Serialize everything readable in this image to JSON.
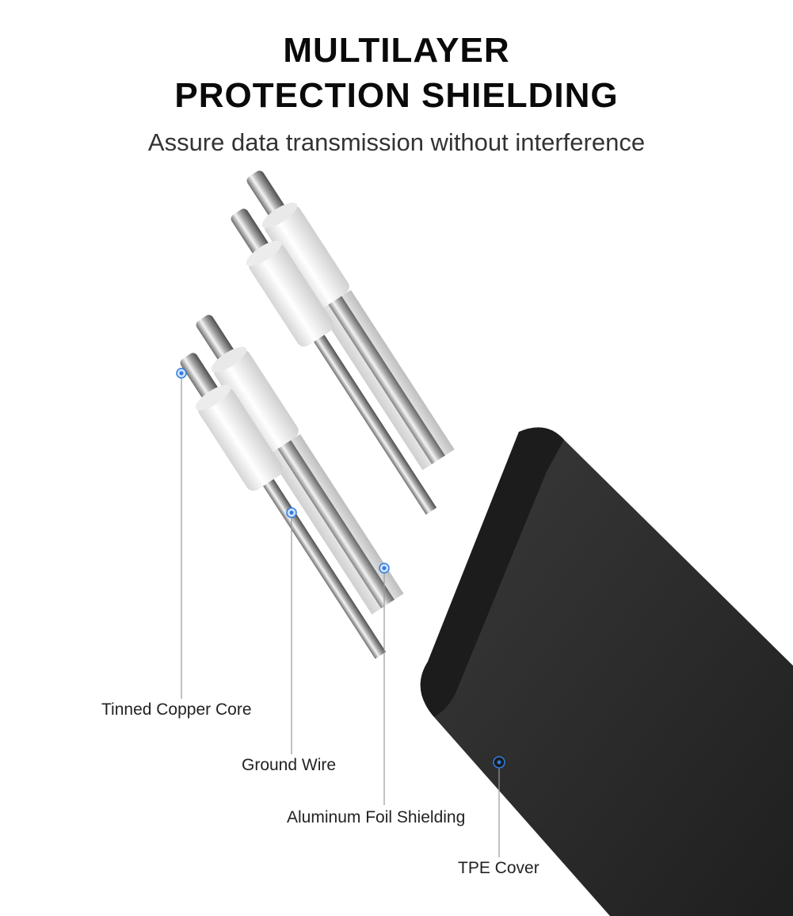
{
  "header": {
    "title_line1": "MULTILAYER",
    "title_line2": "PROTECTION SHIELDING",
    "subtitle": "Assure data transmission without interference"
  },
  "labels": {
    "core": "Tinned Copper Core",
    "ground": "Ground Wire",
    "foil": "Aluminum Foil Shielding",
    "cover": "TPE Cover"
  },
  "colors": {
    "cover": "#2b2b2b",
    "insulation": "#f2f2f2",
    "metal": "#b9b9b9",
    "marker": "#2f7de1",
    "leader": "#9a9a9a"
  }
}
